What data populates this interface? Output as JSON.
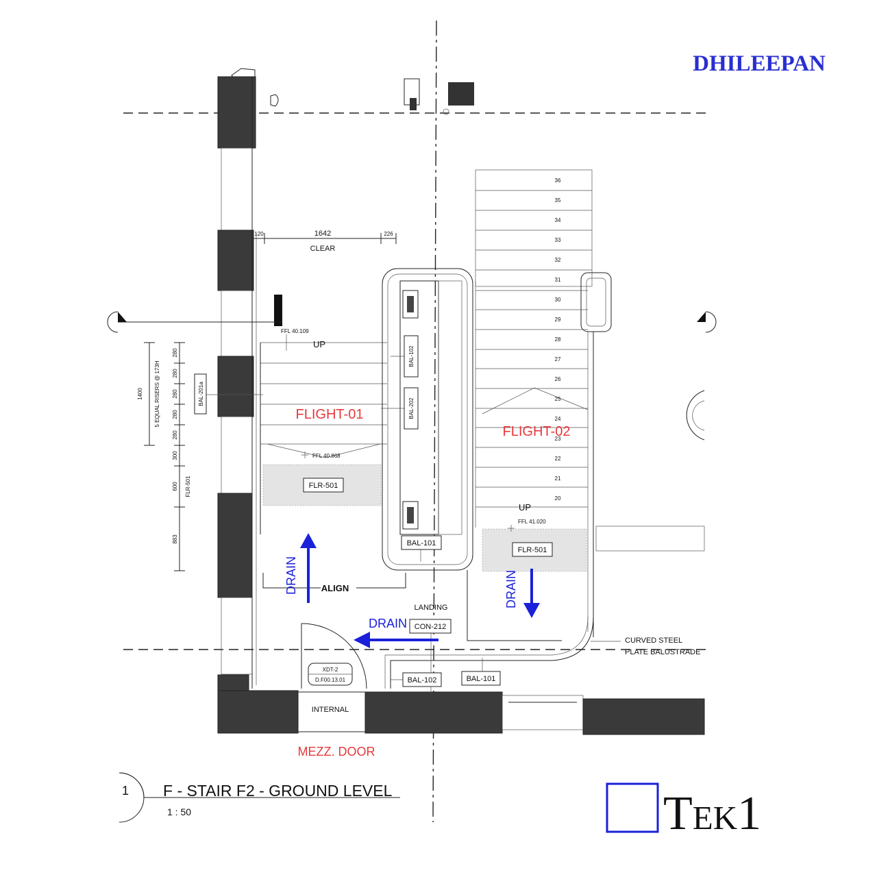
{
  "header": {
    "author": "DHILEEPAN"
  },
  "dimensions": {
    "top_left": "120",
    "top_clear_value": "1642",
    "top_clear_label": "CLEAR",
    "top_right": "226",
    "risers_note": "5 EQUAL RISERS @ 173H",
    "riser_total": "1400",
    "riser_values": [
      "280",
      "280",
      "280",
      "280",
      "280"
    ],
    "side_300": "300",
    "side_600": "600",
    "side_883": "883",
    "side_flr": "FLR-501"
  },
  "levels": {
    "ffl_top": "FFL 40.109",
    "ffl_mid": "FFL 40.868",
    "ffl_right": "FFL 41.020"
  },
  "labels": {
    "up_1": "UP",
    "up_2": "UP",
    "flight_01": "FLIGHT-01",
    "flight_02": "FLIGHT-02",
    "align": "ALIGN",
    "landing": "LANDING",
    "internal": "INTERNAL",
    "mezz_door": "MEZZ. DOOR",
    "curved_1": "CURVED STEEL",
    "curved_2": "PLATE BALUSTRADE",
    "drain_1": "DRAIN",
    "drain_2": "DRAIN",
    "drain_3": "DRAIN"
  },
  "tags": {
    "bal_201a": "BAL-201a",
    "bal_102_top": "BAL-102",
    "bal_202": "BAL-202",
    "flr_501_left": "FLR-501",
    "flr_501_right": "FLR-501",
    "bal_101_mid": "BAL-101",
    "con_212": "CON-212",
    "bal_102_bottom": "BAL-102",
    "bal_101_bottom": "BAL-101",
    "xdt_line1": "XDT-2",
    "xdt_line2": "D.F00.13.01"
  },
  "steps_right": [
    "36",
    "35",
    "34",
    "33",
    "32",
    "31",
    "30",
    "29",
    "28",
    "27",
    "26",
    "25",
    "24",
    "23",
    "22",
    "21",
    "20"
  ],
  "title_block": {
    "number": "1",
    "title": "F - STAIR F2 - GROUND LEVEL",
    "scale": "1 : 50"
  },
  "logo": {
    "text": "Tek1"
  },
  "colors": {
    "red_label": "#e8383b",
    "blue_label": "#1a21d8",
    "wall": "#3a3a3a"
  }
}
